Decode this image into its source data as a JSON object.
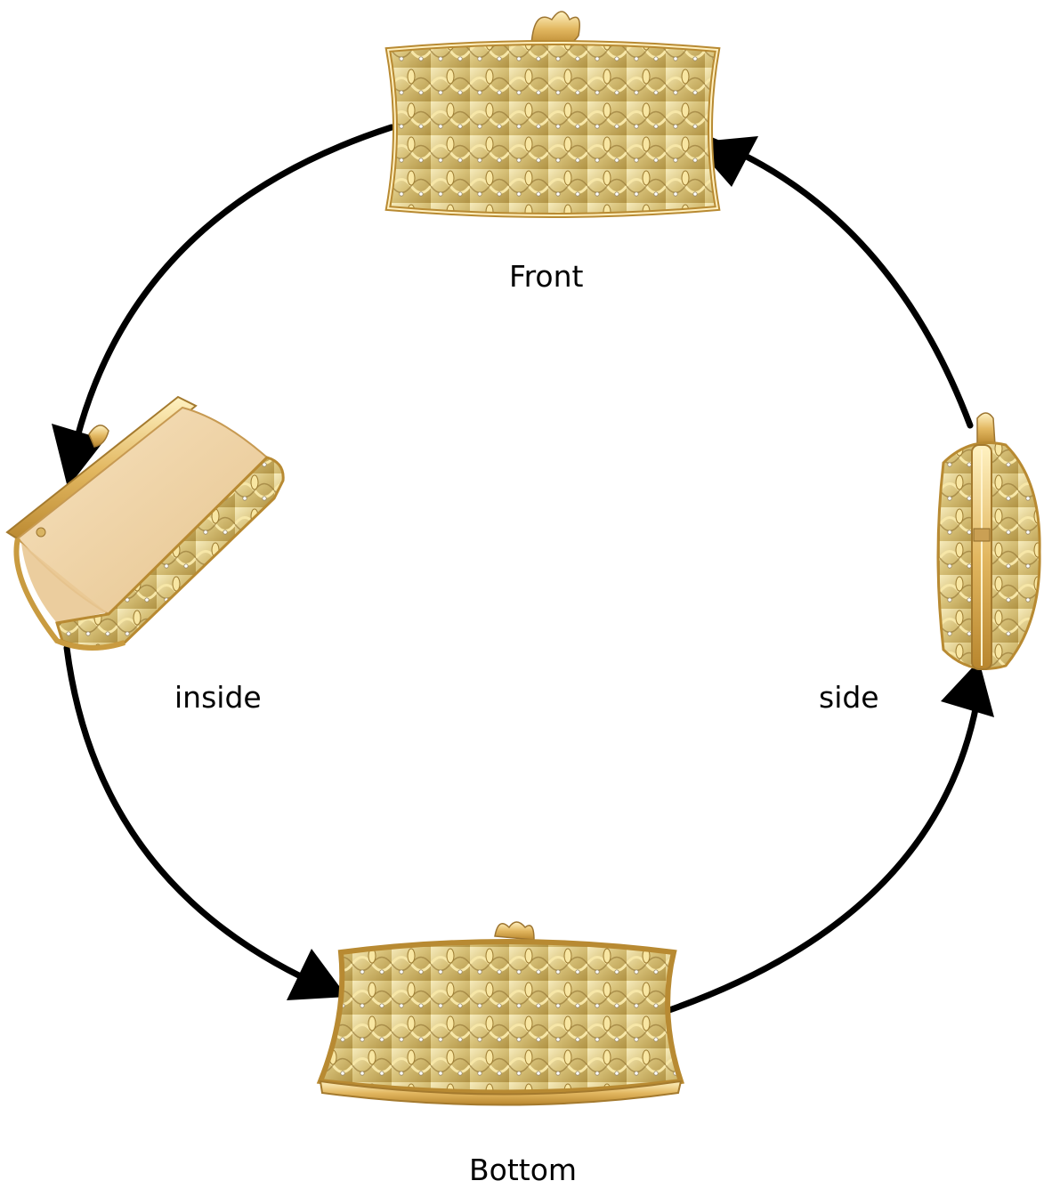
{
  "labels": {
    "front": "Front",
    "inside": "inside",
    "side": "side",
    "bottom": "Bottom"
  },
  "colors": {
    "arrow": "#000000",
    "gold_light": "#f3e3a6",
    "gold_mid": "#d8bd6e",
    "gold_dark": "#a8883c",
    "lining": "#f1d6a8",
    "background": "#ffffff"
  },
  "views": [
    {
      "name": "front",
      "description_icon": "clutch-front-image"
    },
    {
      "name": "side",
      "description_icon": "clutch-side-image"
    },
    {
      "name": "bottom",
      "description_icon": "clutch-bottom-image"
    },
    {
      "name": "inside",
      "description_icon": "clutch-inside-image"
    }
  ]
}
